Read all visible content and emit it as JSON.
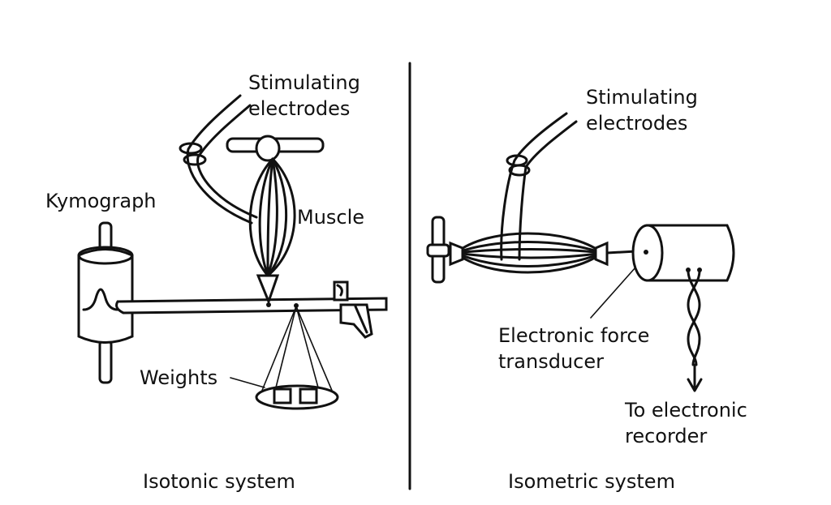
{
  "left_panel": {
    "electrodes_label_line1": "Stimulating",
    "electrodes_label_line2": "electrodes",
    "kymograph_label": "Kymograph",
    "muscle_label": "Muscle",
    "weights_label": "Weights",
    "caption": "Isotonic system"
  },
  "right_panel": {
    "electrodes_label_line1": "Stimulating",
    "electrodes_label_line2": "electrodes",
    "transducer_label_line1": "Electronic force",
    "transducer_label_line2": "transducer",
    "recorder_label_line1": "To electronic",
    "recorder_label_line2": "recorder",
    "caption": "Isometric system"
  },
  "colors": {
    "ink": "#111111",
    "background": "#ffffff"
  }
}
